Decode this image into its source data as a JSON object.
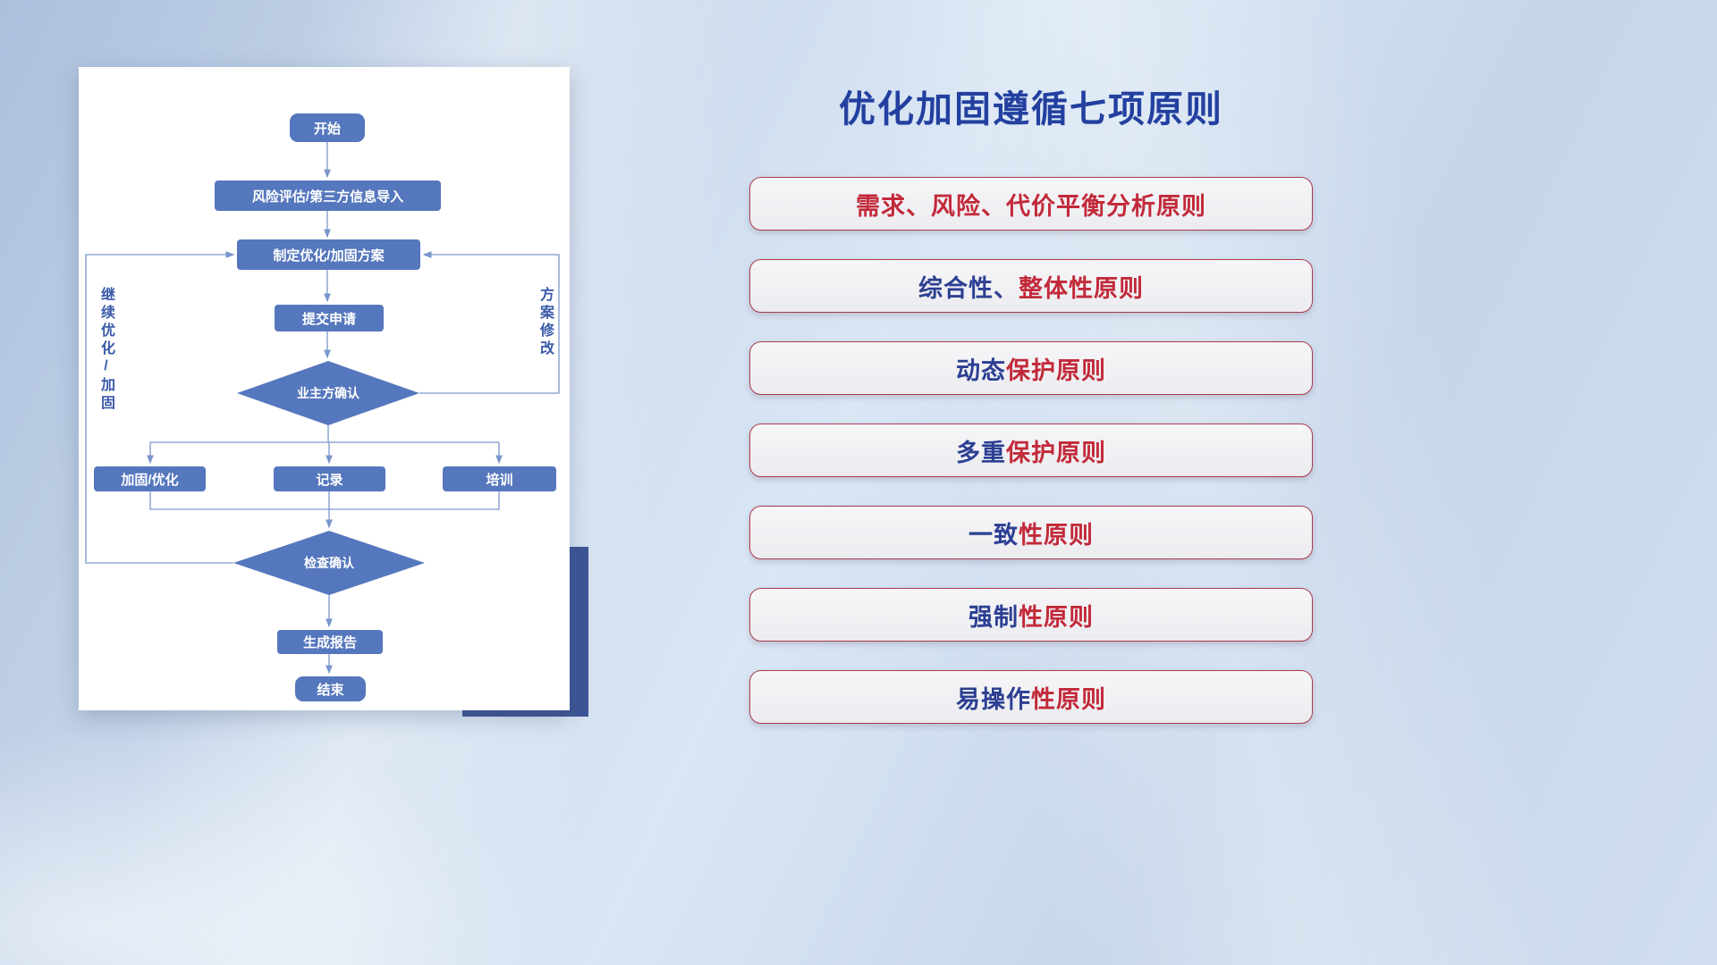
{
  "slide": {
    "title": "优化加固遵循七项原则"
  },
  "flowchart": {
    "nodes": {
      "start": "开始",
      "risk_assess": "风险评估/第三方信息导入",
      "make_plan": "制定优化/加固方案",
      "submit": "提交申请",
      "owner_confirm": "业主方确认",
      "reinforce": "加固/优化",
      "record": "记录",
      "training": "培训",
      "check_confirm": "检查确认",
      "report": "生成报告",
      "end": "结束"
    },
    "edge_labels": {
      "continue_loop": "继续优化/加固",
      "plan_revise": "方案修改"
    }
  },
  "principles": [
    {
      "prefix": "",
      "suffix": "需求、风险、代价平衡分析原则"
    },
    {
      "prefix": "综合性、",
      "suffix": "整体性原则"
    },
    {
      "prefix": "动态",
      "suffix": "保护原则"
    },
    {
      "prefix": "多重",
      "suffix": "保护原则"
    },
    {
      "prefix": "一致",
      "suffix": "性原则"
    },
    {
      "prefix": "强制",
      "suffix": "性原则"
    },
    {
      "prefix": "易操作",
      "suffix": "性原则"
    }
  ],
  "colors": {
    "title": "#2340a0",
    "node_fill": "#5577bd",
    "connector": "#7b96cc",
    "edge_label": "#3a5aa8",
    "principle_navy": "#2c3f92",
    "principle_red": "#c22a3a",
    "accent_border": "#aa3b4d"
  }
}
